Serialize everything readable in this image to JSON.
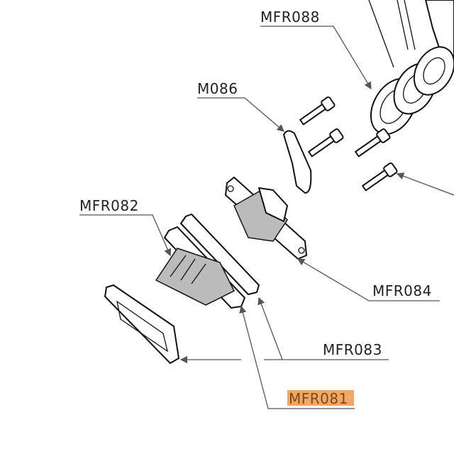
{
  "labels": {
    "mfr088": "MFR088",
    "m086": "M086",
    "mfr082": "MFR082",
    "mfr084": "MFR084",
    "mfr083": "MFR083",
    "mfr081": "MFR081"
  },
  "highlight": {
    "part": "MFR081",
    "color": "#f2a765"
  }
}
